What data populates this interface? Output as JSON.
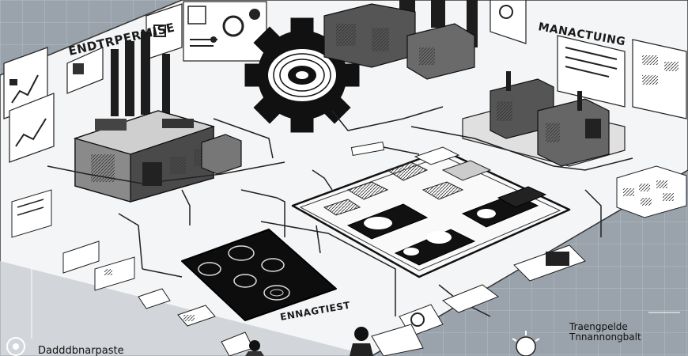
{
  "labels": {
    "enterprise": "ENDTRPERMISE",
    "manufacturing": "MANACTUING",
    "analytics": "ENNAGTIEST",
    "bottom_left": "Dadddbnarpaste",
    "bottom_right_line1": "Traengpelde",
    "bottom_right_line2": "Tnnannongbalt"
  },
  "colors": {
    "background": "#9aa3ab",
    "paper": "#f4f5f6",
    "ink": "#1a1a1a",
    "screen": "#111111"
  }
}
